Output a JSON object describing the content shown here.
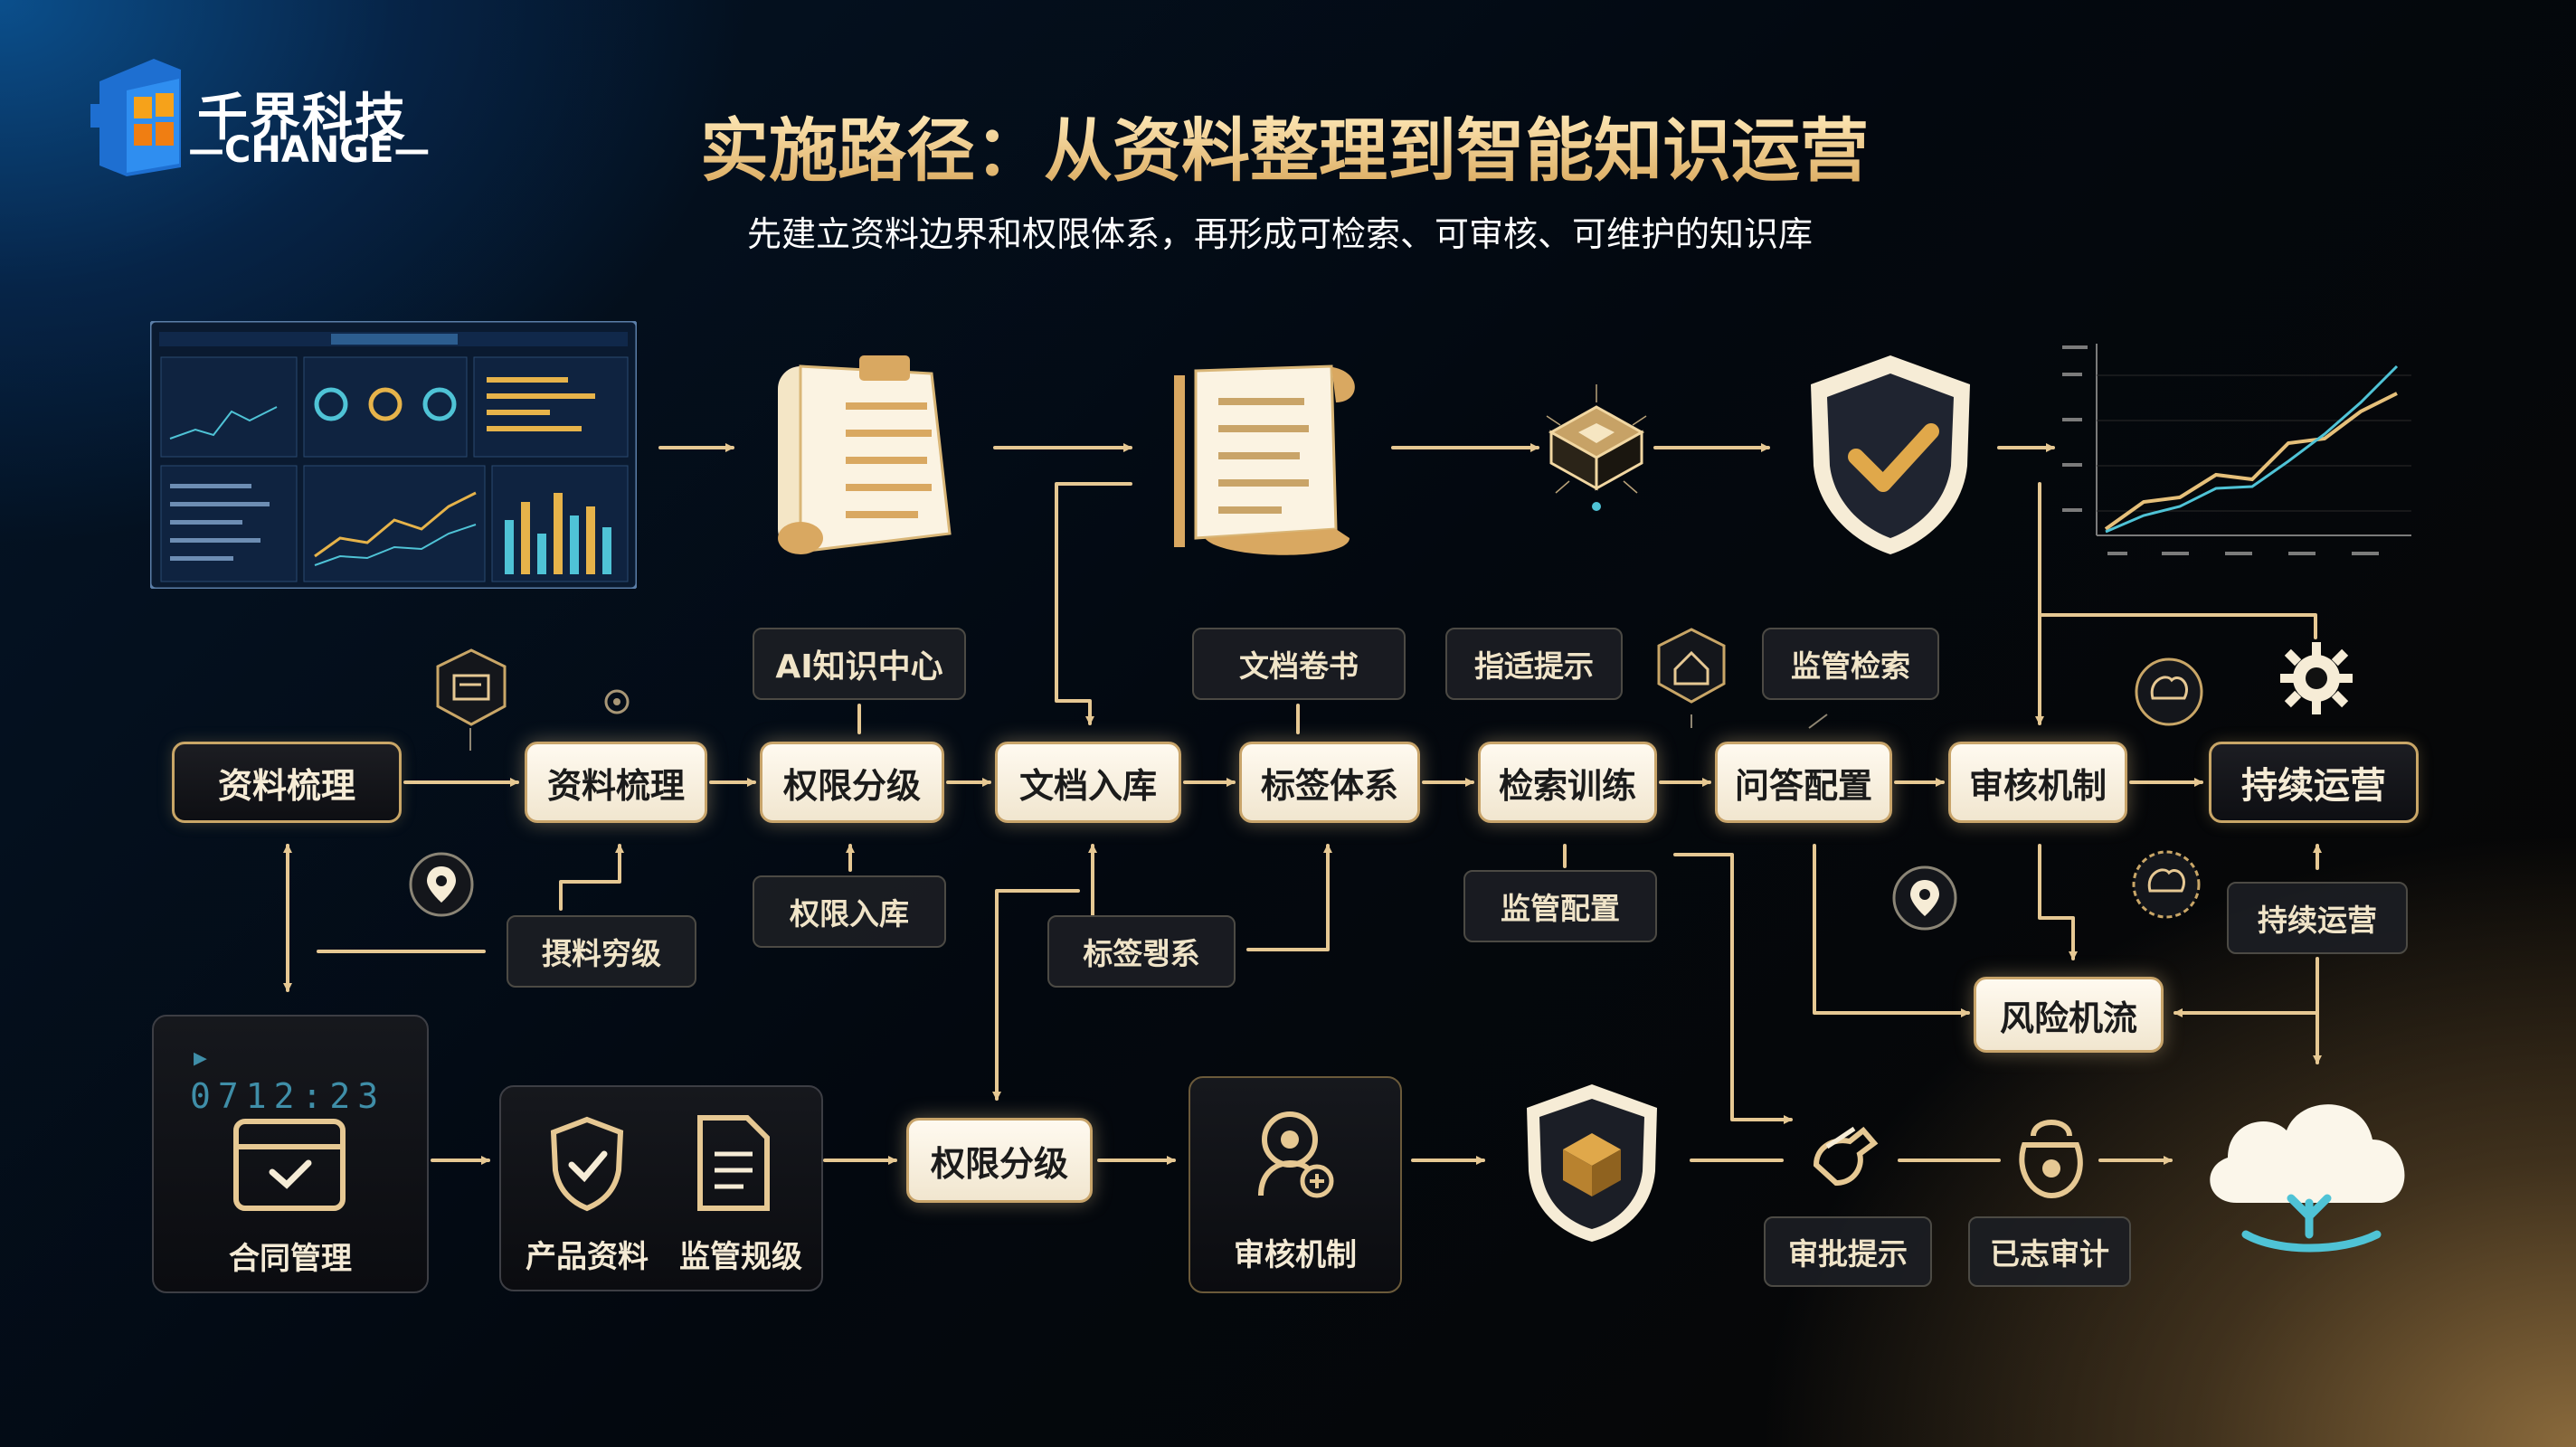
{
  "brand": {
    "name_cn": "千界科技",
    "name_en": "—CHANGE—"
  },
  "title": "实施路径：从资料整理到智能知识运营",
  "subtitle": "先建立资料边界和权限体系，再形成可检索、可审核、可维护的知识库",
  "main_flow": [
    "资料梳理",
    "资料梳理",
    "权限分级",
    "文档入库",
    "标签体系",
    "检索训练",
    "问答配置",
    "审核机制",
    "持续运营"
  ],
  "top_labels": [
    "AI知识中心",
    "文档卷书",
    "指适提示",
    "监管检索"
  ],
  "under_labels": {
    "a": "摂料穷级",
    "b": "权限入库",
    "c": "标签뢩系",
    "d": "监管配置",
    "e": "风险机流",
    "f": "持续运营"
  },
  "bottom_flow": {
    "contract": "合同管理",
    "hud_text": "▸ 0712:23",
    "product": "产品资料",
    "supervise": "监管规级",
    "perm": "权限分级",
    "audit": "审核机制",
    "approve": "审批提示",
    "log": "已志审计"
  },
  "colors": {
    "accent_gold": "#c9a667",
    "node_light": "#f6eddc",
    "cyan": "#4fc3d6",
    "dark_panel": "#111216"
  }
}
